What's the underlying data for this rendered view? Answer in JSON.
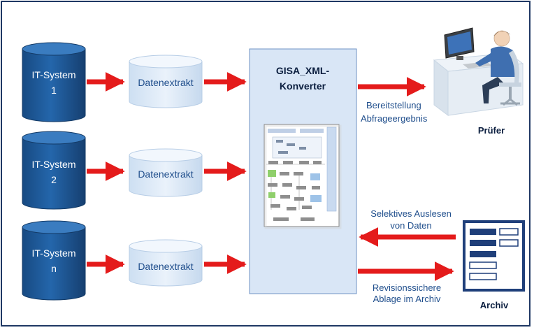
{
  "colors": {
    "frame": "#1f3864",
    "system_fill": "#1f5c9c",
    "extract_fill": "#dde9f7",
    "converter_fill": "#d9e6f6",
    "arrow": "#e41b1b",
    "label_blue": "#1f4e8c",
    "dark_text": "#0b1e3f"
  },
  "systems": [
    {
      "line1": "IT-System",
      "line2": "1"
    },
    {
      "line1": "IT-System",
      "line2": "2"
    },
    {
      "line1": "IT-System",
      "line2": "n"
    }
  ],
  "extracts": [
    "Datenextrakt",
    "Datenextrakt",
    "Datenextrakt"
  ],
  "converter": {
    "line1": "GISA_XML-",
    "line2": "Konverter"
  },
  "pruefer": {
    "label": "Prüfer",
    "arrow_line1": "Bereitstellung",
    "arrow_line2": "Abfrageergebnis"
  },
  "archiv": {
    "label": "Archiv",
    "in_line1": "Selektives Auslesen",
    "in_line2": "von Daten",
    "out_line1": "Revisionssichere",
    "out_line2": "Ablage im Archiv"
  }
}
